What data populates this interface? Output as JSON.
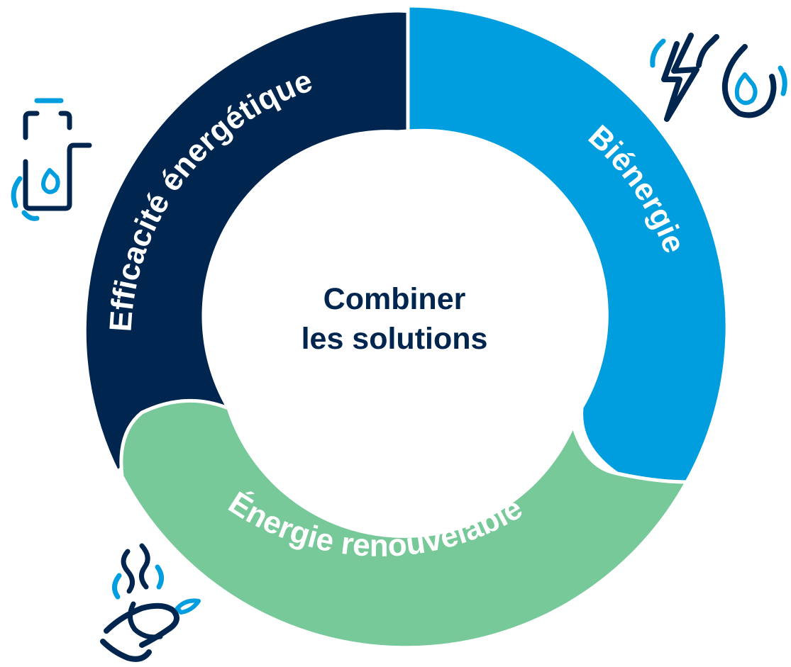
{
  "center": {
    "line1": "Combiner",
    "line2": "les solutions"
  },
  "segments": [
    {
      "id": "efficacite",
      "label": "Efficacité énergétique"
    },
    {
      "id": "bienergie",
      "label": "Biénergie"
    },
    {
      "id": "renouvelable",
      "label": "Énergie renouvelable"
    }
  ],
  "colors": {
    "navy": "#00264f",
    "blue": "#009ddf",
    "green": "#77c99a",
    "text_dark": "#00264f",
    "text_light": "#ffffff",
    "icon_dark": "#00264f",
    "icon_light": "#009ddf"
  },
  "icons": {
    "battery": "battery-water-drop-icon",
    "power": "lightning-water-drop-icon",
    "biomass": "burning-log-icon"
  }
}
